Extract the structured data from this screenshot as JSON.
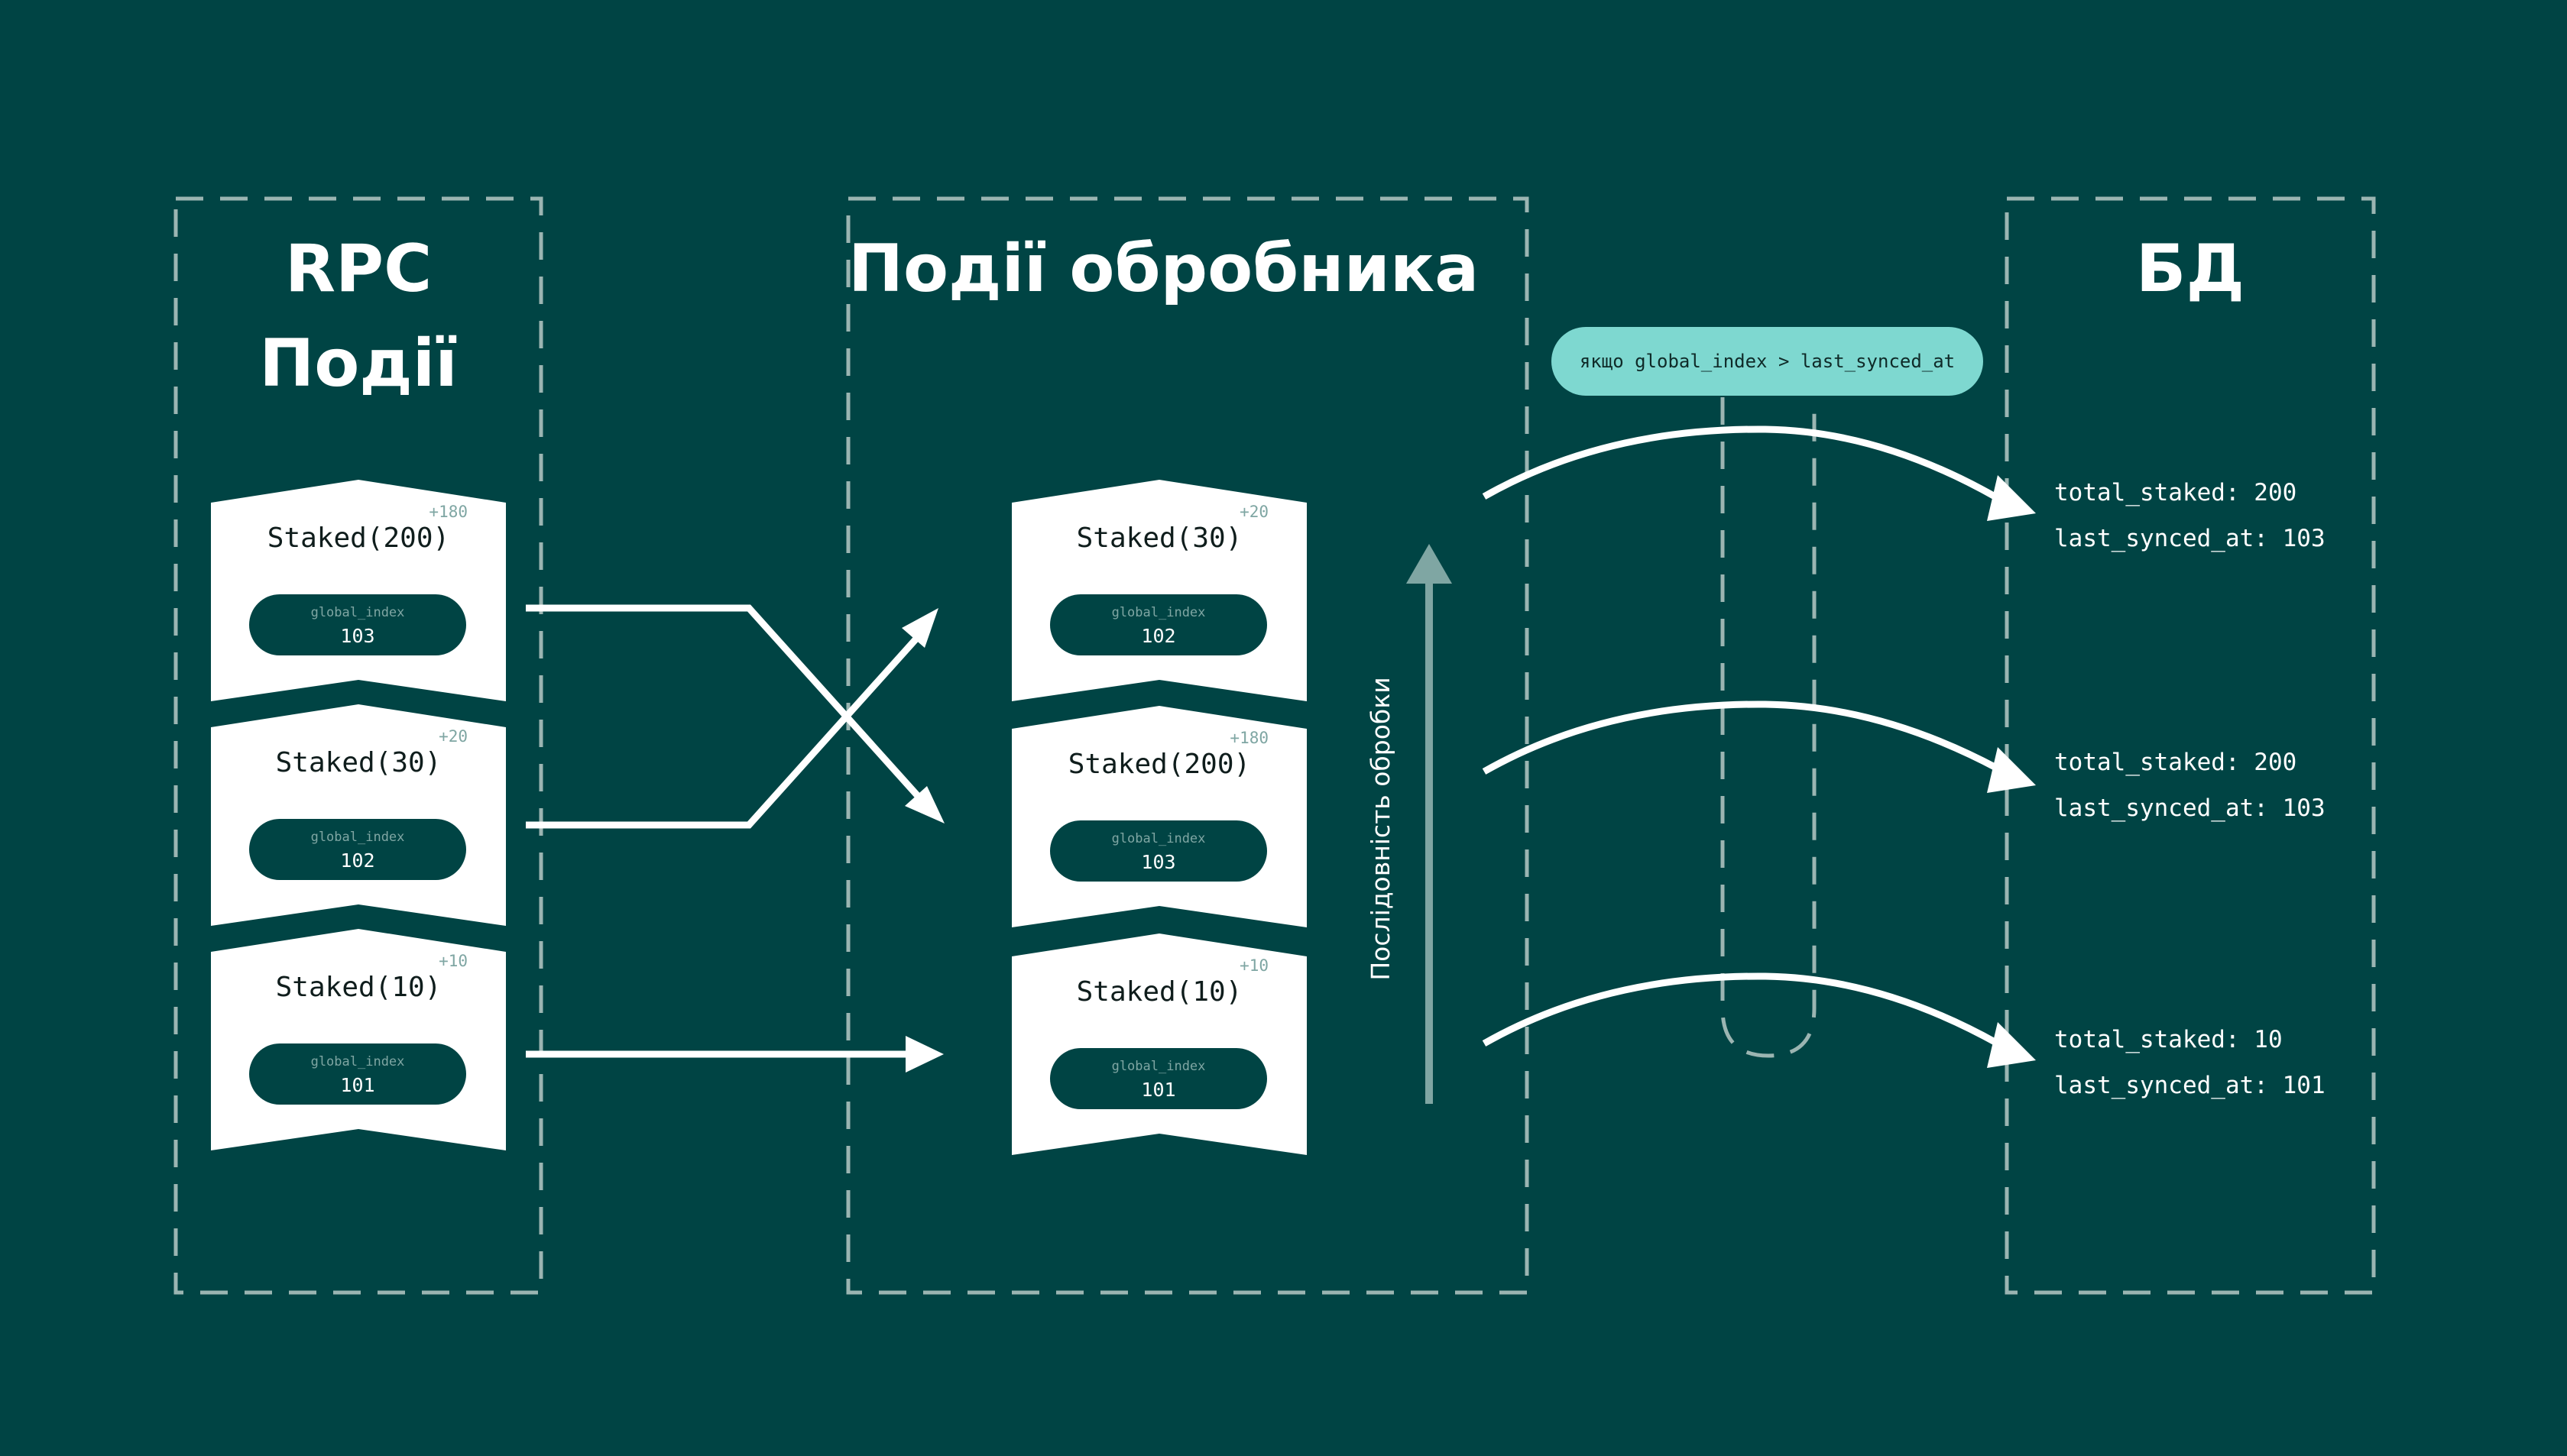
{
  "columns": {
    "rpc": {
      "title_line1": "RPC",
      "title_line2": "Події"
    },
    "processor": {
      "title": "Події обробника"
    },
    "db": {
      "title": "БД"
    }
  },
  "rpc_events": [
    {
      "event": "Staked(200)",
      "delta": "+180",
      "index_label": "global_index",
      "index": "103"
    },
    {
      "event": "Staked(30)",
      "delta": "+20",
      "index_label": "global_index",
      "index": "102"
    },
    {
      "event": "Staked(10)",
      "delta": "+10",
      "index_label": "global_index",
      "index": "101"
    }
  ],
  "processor_events": [
    {
      "event": "Staked(30)",
      "delta": "+20",
      "index_label": "global_index",
      "index": "102"
    },
    {
      "event": "Staked(200)",
      "delta": "+180",
      "index_label": "global_index",
      "index": "103"
    },
    {
      "event": "Staked(10)",
      "delta": "+10",
      "index_label": "global_index",
      "index": "101"
    }
  ],
  "processing_order_label": "Послідовність обробки",
  "condition": "якщо global_index > last_synced_at",
  "db_states": [
    {
      "total_staked": "total_staked: 200",
      "last_synced_at": "last_synced_at: 103"
    },
    {
      "total_staked": "total_staked: 200",
      "last_synced_at": "last_synced_at: 103"
    },
    {
      "total_staked": "total_staked: 10",
      "last_synced_at": "last_synced_at: 101"
    }
  ],
  "colors": {
    "background": "#004444",
    "card": "#ffffff",
    "dashed_border": "#9bb5b2",
    "condition_fill": "#7ed8d0",
    "order_arrow": "#7fa6a3"
  }
}
